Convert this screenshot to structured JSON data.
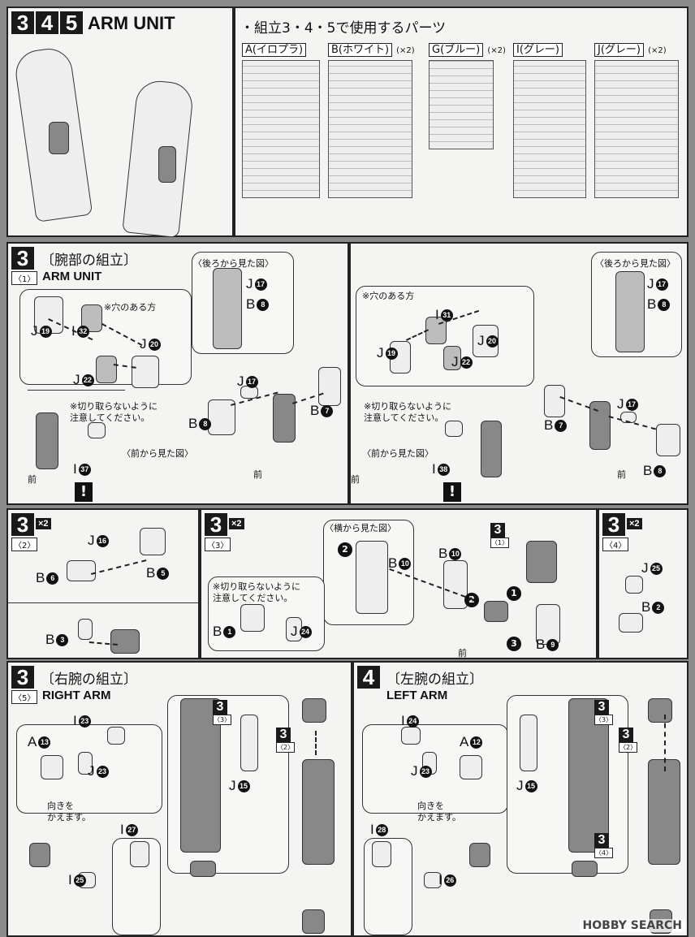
{
  "header": {
    "steps": [
      "3",
      "4",
      "5"
    ],
    "title": "ARM UNIT"
  },
  "parts_list": {
    "title": "・組立3・4・5で使用するパーツ",
    "runners": [
      {
        "label": "A(イロプラ)",
        "qty": ""
      },
      {
        "label": "B(ホワイト)",
        "qty": "(×2)"
      },
      {
        "label": "G(ブルー)",
        "qty": "(×2)"
      },
      {
        "label": "I(グレー)",
        "qty": ""
      },
      {
        "label": "J(グレー)",
        "qty": "(×2)"
      }
    ]
  },
  "step3_1": {
    "num": "3",
    "sub": "〈1〉",
    "title_jp": "〔腕部の組立〕",
    "title_en": "ARM UNIT"
  },
  "step3_2": {
    "num": "3",
    "sub": "〈2〉",
    "qty": "×2"
  },
  "step3_3": {
    "num": "3",
    "sub": "〈3〉",
    "qty": "×2"
  },
  "step3_4": {
    "num": "3",
    "sub": "〈4〉",
    "qty": "×2"
  },
  "step3_5": {
    "num": "3",
    "sub": "〈5〉",
    "title_jp": "〔右腕の組立〕",
    "title_en": "RIGHT ARM"
  },
  "step4": {
    "num": "4",
    "title_jp": "〔左腕の組立〕",
    "title_en": "LEFT ARM"
  },
  "texts": {
    "hole_side": "※穴のある方",
    "no_cut": "※切り取らないように\n注意してください。",
    "back_view": "〈後ろから見た図〉",
    "front_view": "〈前から見た図〉",
    "side_view": "〈横から見た図〉",
    "front": "前",
    "turn": "向きを\nかえます。",
    "warn": "!"
  },
  "ref_badges": [
    {
      "num": "3",
      "sub": "〈1〉"
    },
    {
      "num": "3",
      "sub": "〈3〉"
    },
    {
      "num": "3",
      "sub": "〈2〉"
    },
    {
      "num": "3",
      "sub": "〈3〉"
    },
    {
      "num": "3",
      "sub": "〈2〉"
    },
    {
      "num": "3",
      "sub": "〈4〉"
    }
  ],
  "labels": [
    {
      "p": "J",
      "n": "19"
    },
    {
      "p": "I",
      "n": "32"
    },
    {
      "p": "J",
      "n": "20"
    },
    {
      "p": "J",
      "n": "22"
    },
    {
      "p": "I",
      "n": "37"
    },
    {
      "p": "J",
      "n": "17"
    },
    {
      "p": "B",
      "n": "8"
    },
    {
      "p": "B",
      "n": "8"
    },
    {
      "p": "J",
      "n": "17"
    },
    {
      "p": "B",
      "n": "7"
    },
    {
      "p": "J",
      "n": "17"
    },
    {
      "p": "B",
      "n": "8"
    },
    {
      "p": "I",
      "n": "31"
    },
    {
      "p": "J",
      "n": "19"
    },
    {
      "p": "J",
      "n": "20"
    },
    {
      "p": "J",
      "n": "22"
    },
    {
      "p": "I",
      "n": "38"
    },
    {
      "p": "B",
      "n": "7"
    },
    {
      "p": "J",
      "n": "17"
    },
    {
      "p": "B",
      "n": "8"
    },
    {
      "p": "J",
      "n": "16"
    },
    {
      "p": "B",
      "n": "5"
    },
    {
      "p": "B",
      "n": "6"
    },
    {
      "p": "B",
      "n": "3"
    },
    {
      "p": "B",
      "n": "10"
    },
    {
      "p": "B",
      "n": "10"
    },
    {
      "p": "B",
      "n": "1"
    },
    {
      "p": "J",
      "n": "24"
    },
    {
      "p": "B",
      "n": "9"
    },
    {
      "p": "J",
      "n": "25"
    },
    {
      "p": "B",
      "n": "2"
    },
    {
      "p": "I",
      "n": "23"
    },
    {
      "p": "A",
      "n": "13"
    },
    {
      "p": "J",
      "n": "23"
    },
    {
      "p": "I",
      "n": "27"
    },
    {
      "p": "I",
      "n": "25"
    },
    {
      "p": "J",
      "n": "15"
    },
    {
      "p": "I",
      "n": "24"
    },
    {
      "p": "A",
      "n": "12"
    },
    {
      "p": "J",
      "n": "23"
    },
    {
      "p": "I",
      "n": "28"
    },
    {
      "p": "I",
      "n": "26"
    },
    {
      "p": "J",
      "n": "15"
    }
  ],
  "order_arrows": [
    "1",
    "2",
    "3",
    "2"
  ],
  "watermark": "HOBBY SEARCH"
}
